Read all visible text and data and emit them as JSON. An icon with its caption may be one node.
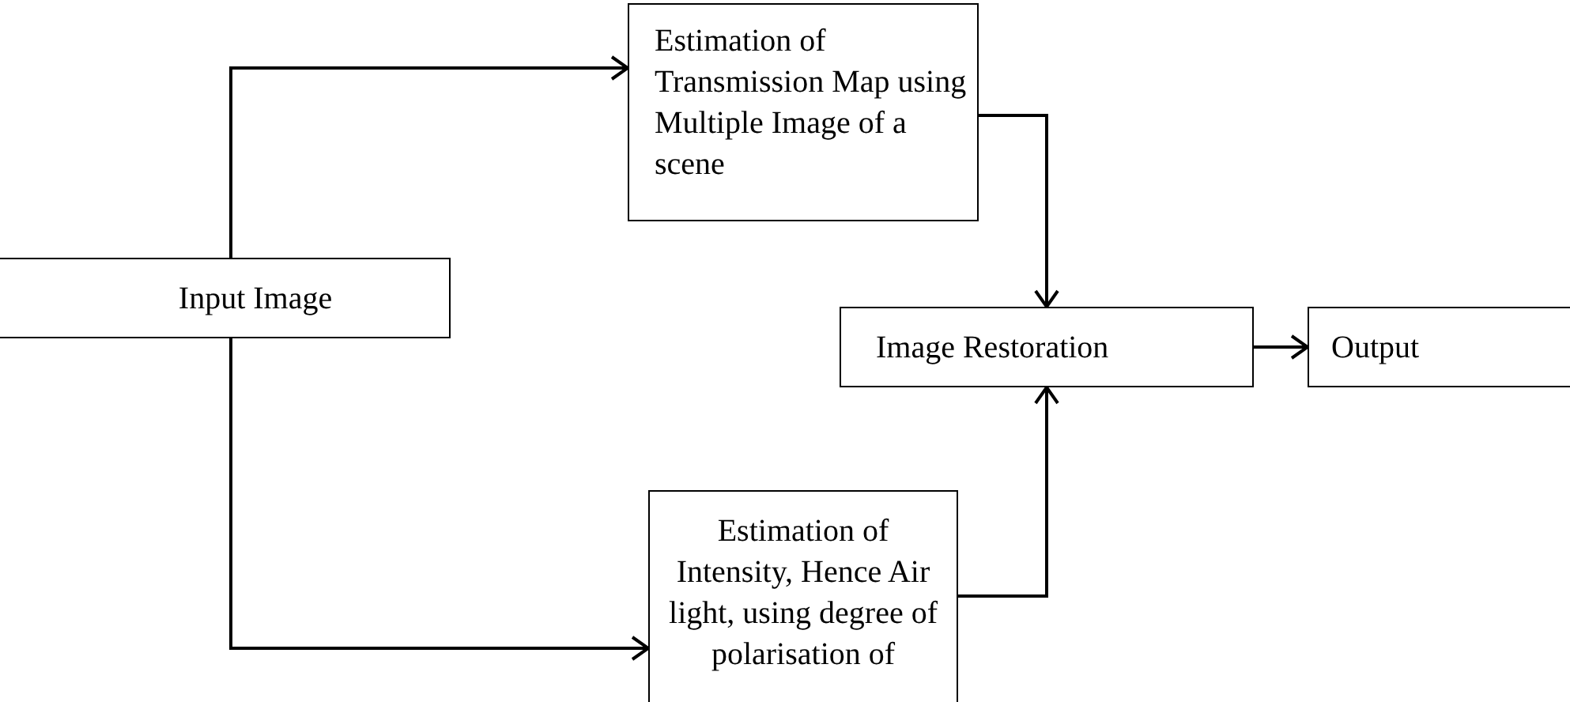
{
  "diagram": {
    "nodes": [
      {
        "text": [
          "Input Image"
        ]
      },
      {
        "text": [
          "Estimation of Transmission Map using Multiple Image of a scene"
        ]
      },
      {
        "text": [
          "Estimation of Intensity, Hence Air light, using degree of polarisation of"
        ]
      },
      {
        "text": [
          "Image Restoration"
        ]
      },
      {
        "text": [
          "Output"
        ]
      }
    ],
    "edges": [
      {
        "from": 0,
        "to": 1,
        "arrow": "to"
      },
      {
        "from": 0,
        "to": 2,
        "arrow": "to"
      },
      {
        "from": 1,
        "to": 3,
        "arrow": "to"
      },
      {
        "from": 2,
        "to": 3,
        "arrow": "to"
      },
      {
        "from": 3,
        "to": 4,
        "arrow": "to"
      }
    ]
  }
}
